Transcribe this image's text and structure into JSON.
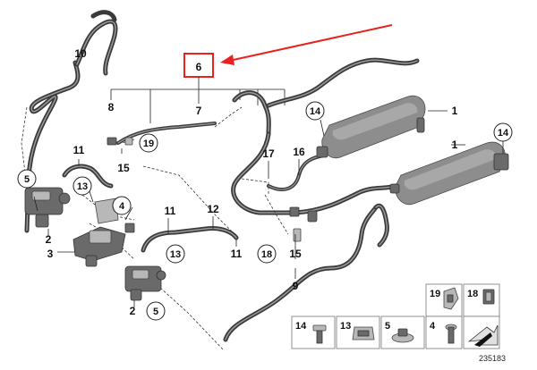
{
  "labels": {
    "l1a": "1",
    "l1b": "1",
    "l2a": "2",
    "l2b": "2",
    "l3": "3",
    "l4": "4",
    "l5a": "5",
    "l5b": "5",
    "l6": "6",
    "l7": "7",
    "l8": "8",
    "l9": "9",
    "l10": "10",
    "l11a": "11",
    "l11b": "11",
    "l11c": "11",
    "l12": "12",
    "l13a": "13",
    "l13b": "13",
    "l14a": "14",
    "l14b": "14",
    "l15a": "15",
    "l15b": "15",
    "l16": "16",
    "l17": "17",
    "l18": "18",
    "l19": "19"
  },
  "legend": {
    "r1": [
      "19",
      "18"
    ],
    "r2": [
      "14",
      "13",
      "5",
      "4"
    ]
  },
  "reference_number": "235183",
  "colors": {
    "highlight": "#e8231f",
    "hose": "#3a3a3a"
  }
}
